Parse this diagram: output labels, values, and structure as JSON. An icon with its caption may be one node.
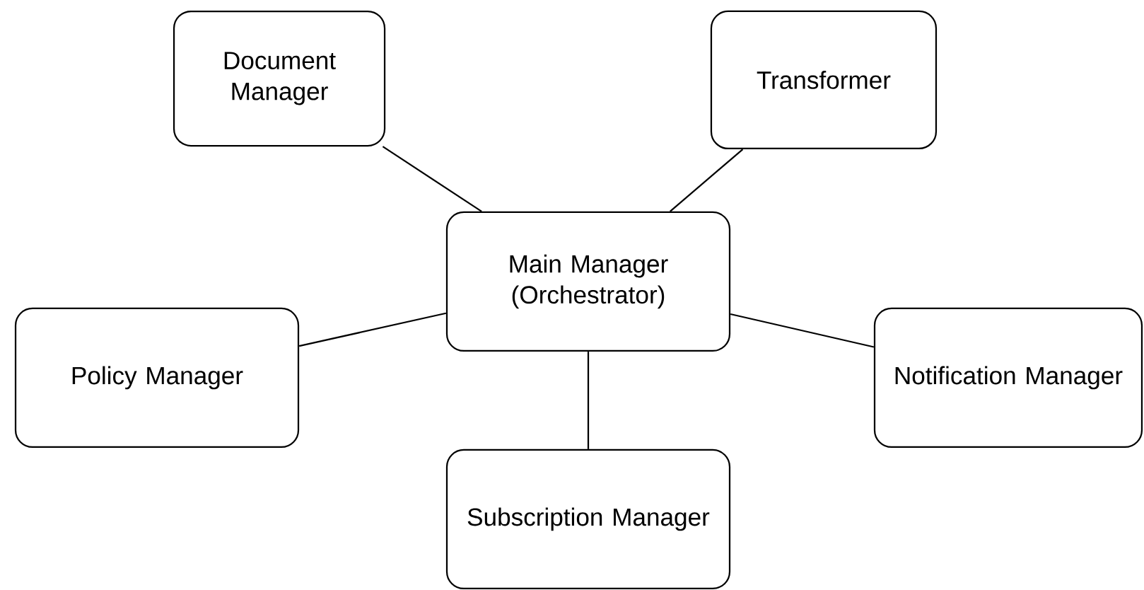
{
  "diagram": {
    "nodes": [
      {
        "text": [
          "Document Manager"
        ]
      },
      {
        "text": [
          "Transformer"
        ]
      },
      {
        "text": [
          "Main Manager (Orchestrator)"
        ]
      },
      {
        "text": [
          "Policy Manager"
        ]
      },
      {
        "text": [
          "Notification Manager"
        ]
      },
      {
        "text": [
          "Subscription Manager"
        ]
      }
    ],
    "edges": [
      {
        "from": 2,
        "to": 0,
        "arrow": "none"
      },
      {
        "from": 2,
        "to": 1,
        "arrow": "none"
      },
      {
        "from": 2,
        "to": 3,
        "arrow": "none"
      },
      {
        "from": 2,
        "to": 4,
        "arrow": "none"
      },
      {
        "from": 2,
        "to": 5,
        "arrow": "none"
      }
    ]
  }
}
